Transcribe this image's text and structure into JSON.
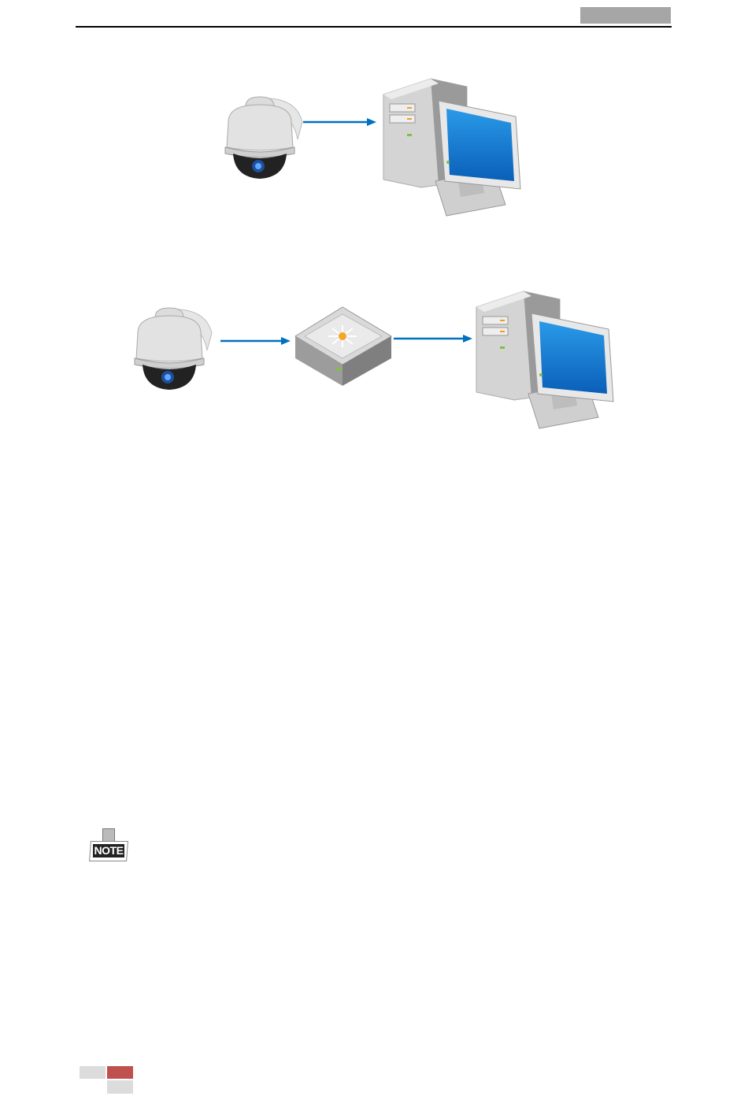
{
  "header": {
    "section_tab_color": "#a6a6a6"
  },
  "note": {
    "label": "NOTE"
  },
  "diagrams": [
    {
      "name": "direct-connection",
      "nodes": [
        "speed-dome-camera",
        "computer"
      ]
    },
    {
      "name": "switch-connection",
      "nodes": [
        "speed-dome-camera",
        "network-switch",
        "computer"
      ]
    }
  ],
  "colors": {
    "arrow": "#0070c0",
    "accent_red": "#c0504d",
    "footer_gray": "#dcdcdc",
    "screen_blue": "#1a7fd6"
  }
}
